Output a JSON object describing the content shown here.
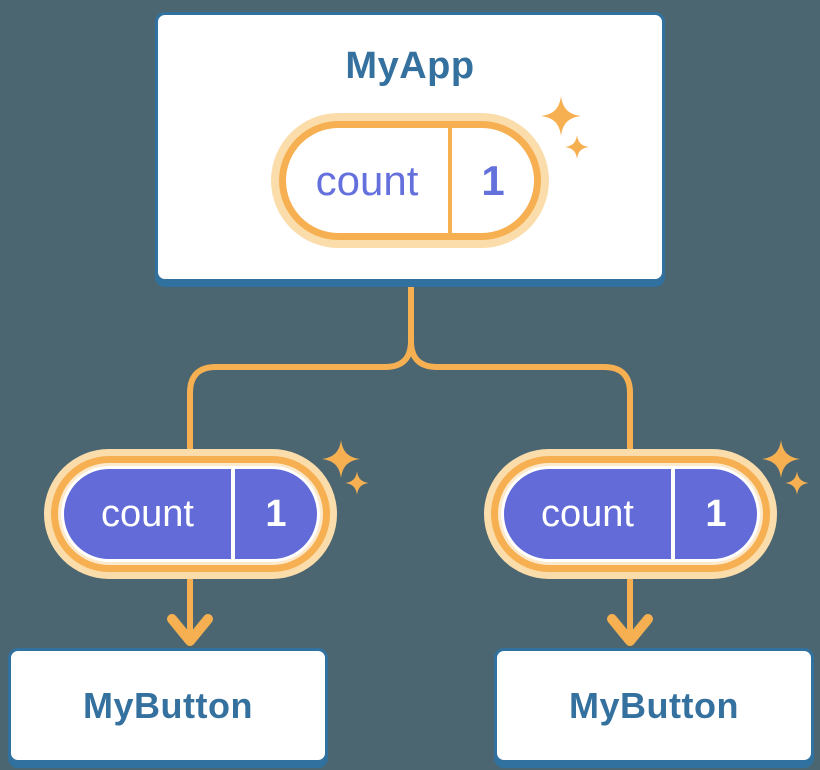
{
  "colors": {
    "bg": "#4B6670",
    "card-border": "#31719F",
    "title-blue": "#35719E",
    "orange": "#F6B052",
    "orange-pale": "#FBDDAB",
    "cream-gap": "#FDE9CB",
    "purple": "#636BD8",
    "state-text": "#6470DC"
  },
  "diagram": {
    "root": {
      "title": "MyApp",
      "state_name": "count",
      "state_value": "1"
    },
    "children": [
      {
        "title": "MyButton",
        "state_name": "count",
        "state_value": "1"
      },
      {
        "title": "MyButton",
        "state_name": "count",
        "state_value": "1"
      }
    ]
  }
}
